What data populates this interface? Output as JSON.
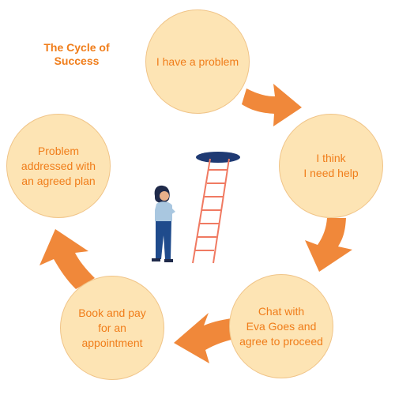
{
  "title": [
    "The Cycle of",
    "Success"
  ],
  "colors": {
    "text": "#f07d1a",
    "node_fill": "#fde4b4",
    "arrow": "#f0883a",
    "ladder": "#f07a62",
    "hole": "#1f3a73"
  },
  "steps": [
    {
      "lines": [
        "I have a problem"
      ]
    },
    {
      "lines": [
        "I think",
        "I need help"
      ]
    },
    {
      "lines": [
        "Chat with",
        "Eva Goes and",
        "agree to proceed"
      ]
    },
    {
      "lines": [
        "Book and pay",
        "for an",
        "appointment"
      ]
    },
    {
      "lines": [
        "Problem",
        "addressed with",
        "an agreed plan"
      ]
    }
  ],
  "illustration": {
    "figure": "person-looking-at-ladder",
    "ladder_icon": "ladder-to-hole"
  }
}
